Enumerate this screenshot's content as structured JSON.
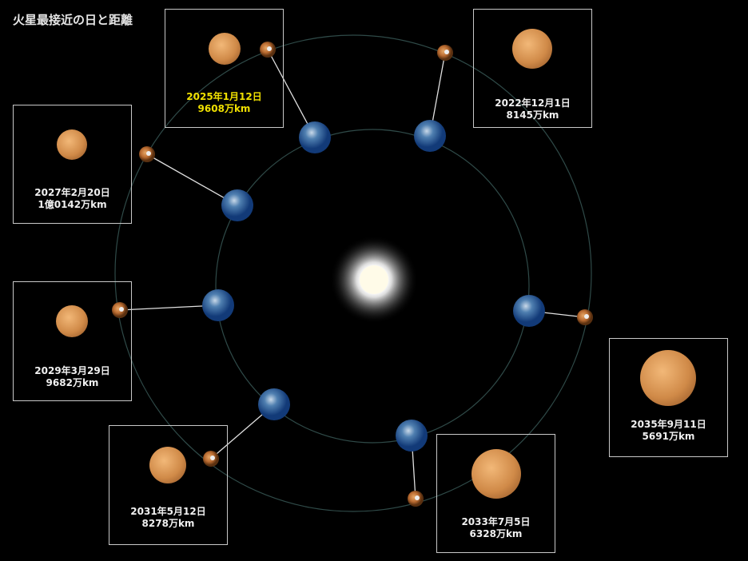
{
  "title": "火星最接近の日と距離",
  "approaches": [
    {
      "date": "2022年12月1日",
      "distance": "8145万km"
    },
    {
      "date": "2025年1月12日",
      "distance": "9608万km",
      "highlight": true
    },
    {
      "date": "2027年2月20日",
      "distance": "1億0142万km"
    },
    {
      "date": "2029年3月29日",
      "distance": "9682万km"
    },
    {
      "date": "2031年5月12日",
      "distance": "8278万km"
    },
    {
      "date": "2033年7月5日",
      "distance": "6328万km"
    },
    {
      "date": "2035年9月11日",
      "distance": "5691万km"
    }
  ],
  "colors": {
    "orbit": "#2f4a48",
    "highlight": "#f0e000",
    "box": "#c8c8c8"
  }
}
